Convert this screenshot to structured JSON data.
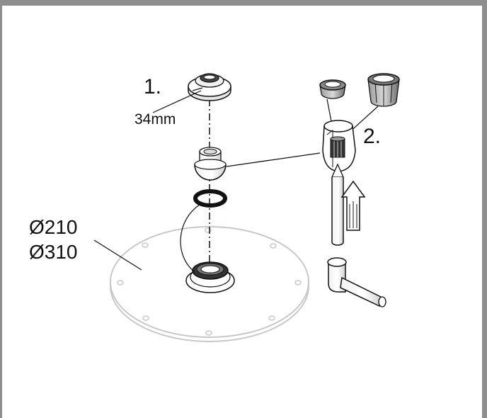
{
  "labels": {
    "step1": "1.",
    "thread_size": "34mm",
    "step2": "2.",
    "diameter_a": "Ø210",
    "diameter_b": "Ø310"
  },
  "colors": {
    "frame": "#8e8e8e",
    "line": "#111111",
    "plate": "#c6c6c6",
    "part_dark": "#555555",
    "part_light": "#e8e8e8"
  }
}
